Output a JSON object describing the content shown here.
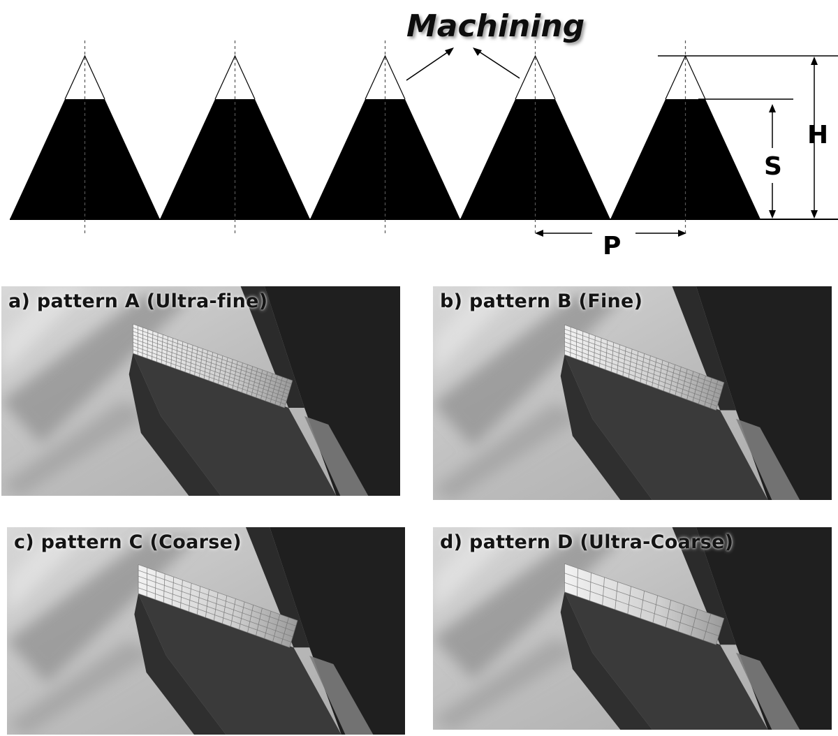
{
  "diagram": {
    "title": "Machining",
    "labels": {
      "height": "H",
      "step": "S",
      "pitch": "P"
    },
    "peak_count": 5
  },
  "panels": [
    {
      "id": "a",
      "caption": "a) pattern A (Ultra-fine)",
      "knurl_cells": 32
    },
    {
      "id": "b",
      "caption": "b) pattern B (Fine)",
      "knurl_cells": 26
    },
    {
      "id": "c",
      "caption": "c) pattern C (Coarse)",
      "knurl_cells": 18
    },
    {
      "id": "d",
      "caption": "d) pattern D (Ultra-Coarse)",
      "knurl_cells": 12
    }
  ],
  "colors": {
    "profile": "#000000",
    "photo_bg": "#bdbdbd",
    "tool_dark": "#2f2f2f",
    "tool_face": "#3a3a3a"
  }
}
